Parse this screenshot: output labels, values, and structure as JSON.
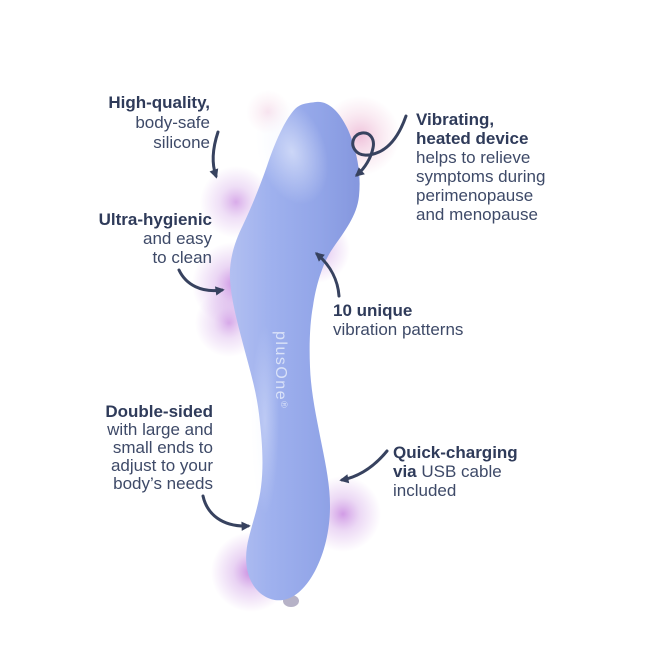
{
  "product": {
    "brand": "plusOne",
    "registered": "®"
  },
  "colors": {
    "background": "#ffffff",
    "device_body": "#93a7e8",
    "device_highlight": "#b6c3f2",
    "device_shadow": "#8294dc",
    "vibration_glow": "#a740ce",
    "heat_glow_pink": "#e087b8",
    "text_regular": "#3e4a68",
    "text_bold": "#2f3b5a",
    "arrow": "#37425f"
  },
  "callouts": {
    "high_quality": {
      "heading": "High-quality,",
      "lines": [
        "body-safe",
        "silicone"
      ]
    },
    "ultra_hygienic": {
      "heading": "Ultra-hygienic",
      "lines": [
        "and easy",
        "to clean"
      ]
    },
    "vibrating": {
      "heading1": "Vibrating,",
      "heading2": "heated device",
      "lines": [
        "helps to relieve",
        "symptoms during",
        "perimenopause",
        "and menopause"
      ]
    },
    "patterns": {
      "heading": "10 unique",
      "lines": [
        "vibration patterns"
      ]
    },
    "double_sided": {
      "heading": "Double-sided",
      "lines": [
        "with large and",
        "small ends to",
        "adjust to your",
        "body’s needs"
      ]
    },
    "quick_charging": {
      "heading": "Quick-charging",
      "via": "via",
      "via_rest": "USB cable",
      "lines": [
        "included"
      ]
    }
  }
}
